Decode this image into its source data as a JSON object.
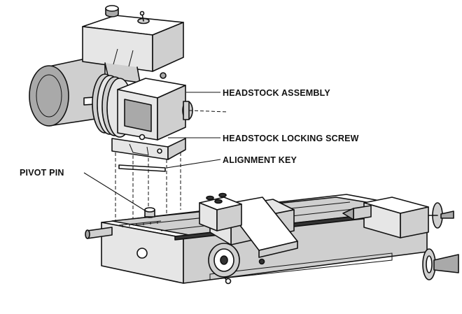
{
  "callouts": {
    "headstock_assembly": "HEADSTOCK ASSEMBLY",
    "headstock_locking_screw": "HEADSTOCK LOCKING SCREW",
    "alignment_key": "ALIGNMENT KEY",
    "pivot_pin": "PIVOT PIN"
  },
  "icons": [
    "motor-icon",
    "headstock-icon",
    "lathe-bed-icon",
    "carriage-icon",
    "tailstock-icon",
    "handwheel-icon"
  ]
}
